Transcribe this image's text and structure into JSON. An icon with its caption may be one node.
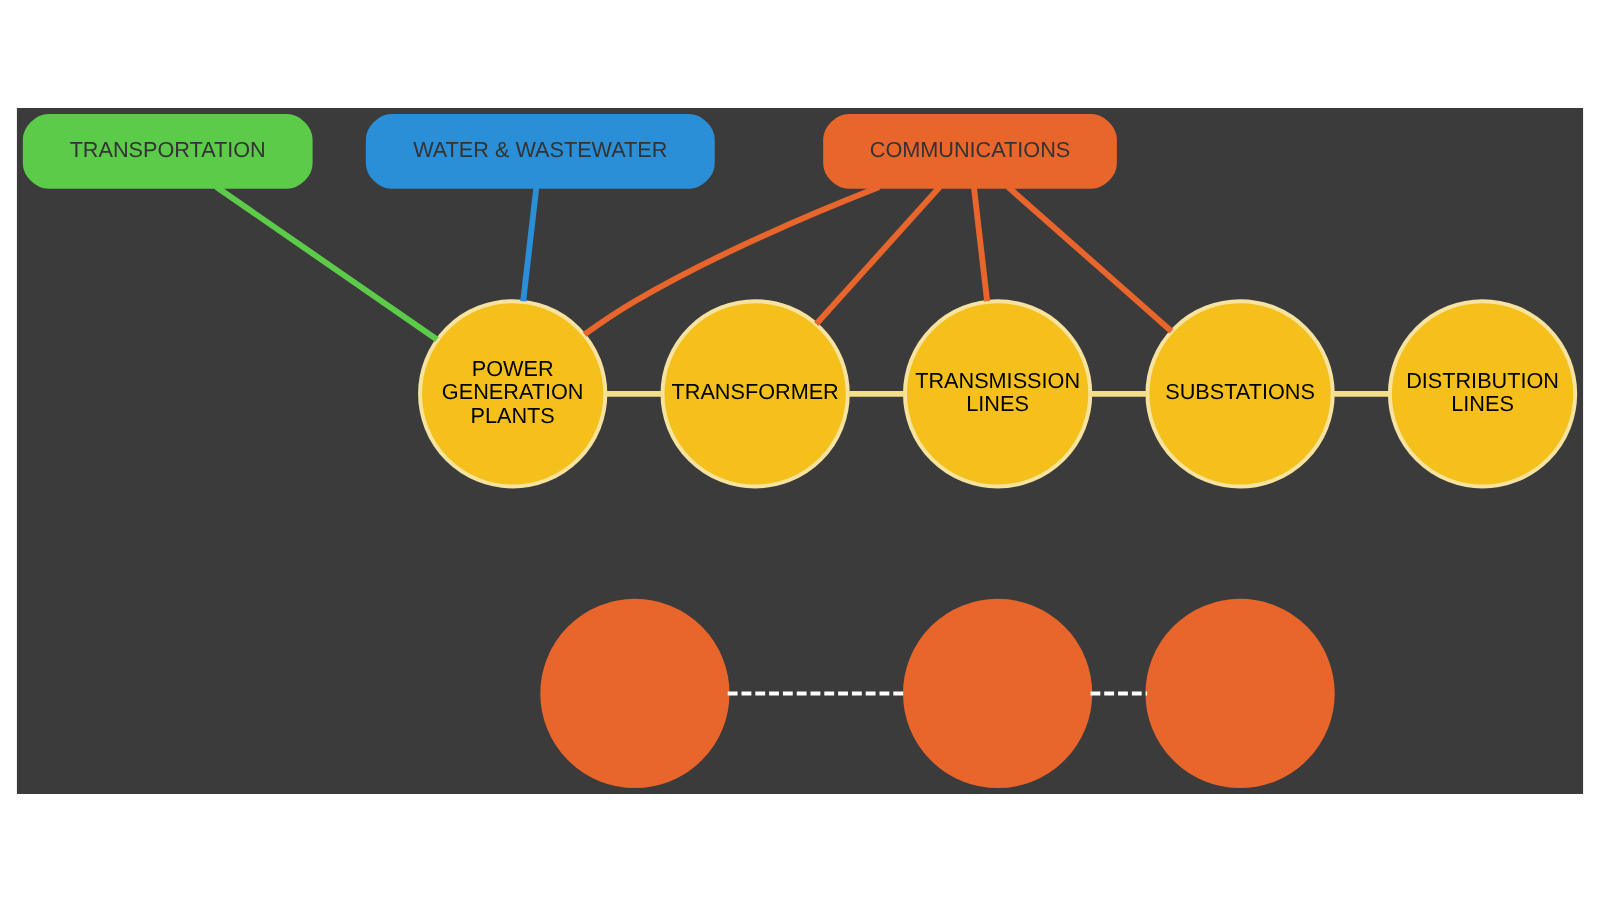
{
  "diagram": {
    "nodes": [
      {
        "text": [
          "TRANSPORTATION"
        ]
      },
      {
        "text": [
          "WATER & WASTEWATER"
        ]
      },
      {
        "text": [
          "COMMUNICATIONS"
        ]
      },
      {
        "text": [
          "POWER GENERATION PLANTS"
        ]
      },
      {
        "text": [
          "TRANSFORMER"
        ]
      },
      {
        "text": [
          "TRANSMISSION LINES"
        ]
      },
      {
        "text": [
          "SUBSTATIONS"
        ]
      },
      {
        "text": [
          "DISTRIBUTION LINES"
        ]
      },
      {
        "text": [],
        "shape": "circle"
      },
      {
        "text": [],
        "shape": "circle"
      },
      {
        "text": [],
        "shape": "circle"
      }
    ],
    "edges": [
      {
        "from": 0,
        "to": 3,
        "arrow": "none",
        "color": "#5ccb4a"
      },
      {
        "from": 1,
        "to": 3,
        "arrow": "none",
        "color": "#2a8fd6"
      },
      {
        "from": 2,
        "to": 3,
        "arrow": "none",
        "color": "#e8652b"
      },
      {
        "from": 2,
        "to": 4,
        "arrow": "none",
        "color": "#e8652b"
      },
      {
        "from": 2,
        "to": 5,
        "arrow": "none",
        "color": "#e8652b"
      },
      {
        "from": 2,
        "to": 6,
        "arrow": "none",
        "color": "#e8652b"
      },
      {
        "from": 3,
        "to": 4,
        "arrow": "none",
        "color": "#f3df8a"
      },
      {
        "from": 4,
        "to": 5,
        "arrow": "none",
        "color": "#f3df8a"
      },
      {
        "from": 5,
        "to": 6,
        "arrow": "none",
        "color": "#f3df8a"
      },
      {
        "from": 6,
        "to": 7,
        "arrow": "none",
        "color": "#f3df8a"
      },
      {
        "from": 8,
        "to": 9,
        "arrow": "none",
        "style": "dashed",
        "color": "#ffffff"
      },
      {
        "from": 9,
        "to": 10,
        "arrow": "none",
        "style": "dashed",
        "color": "#ffffff"
      }
    ]
  }
}
